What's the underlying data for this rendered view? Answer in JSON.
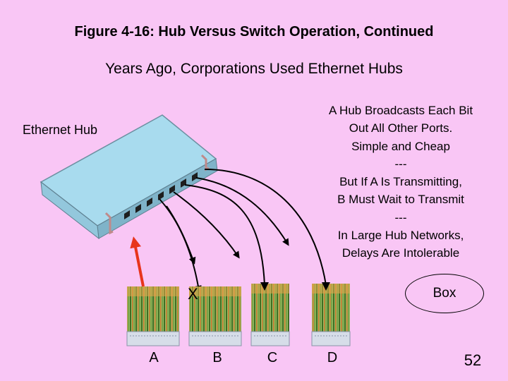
{
  "title": "Figure 4-16: Hub Versus Switch Operation, Continued",
  "subtitle": "Years Ago, Corporations Used Ethernet Hubs",
  "hub_label": "Ethernet Hub",
  "explanation": [
    "A Hub Broadcasts Each Bit",
    "Out All Other Ports.",
    "Simple and Cheap",
    "---",
    "But If A Is Transmitting,",
    "B Must Wait to Transmit",
    "---",
    "In Large Hub Networks,",
    "Delays Are Intolerable"
  ],
  "ports": [
    "A",
    "B",
    "C",
    "D"
  ],
  "blocked_marker": "X",
  "box_label": "Box",
  "page_number": "52",
  "colors": {
    "background": "#f9c6f5",
    "hub_body": "#a8dbee",
    "transmit_arrow": "#e8341c",
    "broadcast_arrow": "#000000"
  }
}
